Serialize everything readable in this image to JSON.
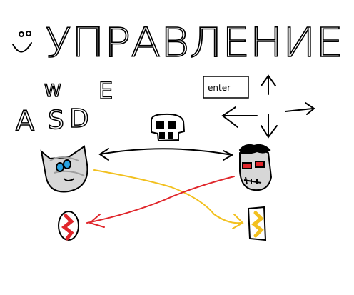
{
  "title": "УПРАВЛЕНИЕ",
  "keys": {
    "player1": [
      "W",
      "E",
      "A",
      "S",
      "D"
    ],
    "player2_enter": "enter"
  },
  "colors": {
    "black": "#000000",
    "red": "#e0262b",
    "yellow": "#f2c01e",
    "gray": "#d3d3d3",
    "blue": "#29a3e0",
    "white": "#ffffff"
  },
  "icons": [
    "smiley-icon",
    "skull-icon",
    "cat-character-icon",
    "monster-character-icon",
    "red-item-icon",
    "yellow-item-icon",
    "arrow-up-icon",
    "arrow-left-icon",
    "arrow-down-icon",
    "arrow-right-icon"
  ]
}
